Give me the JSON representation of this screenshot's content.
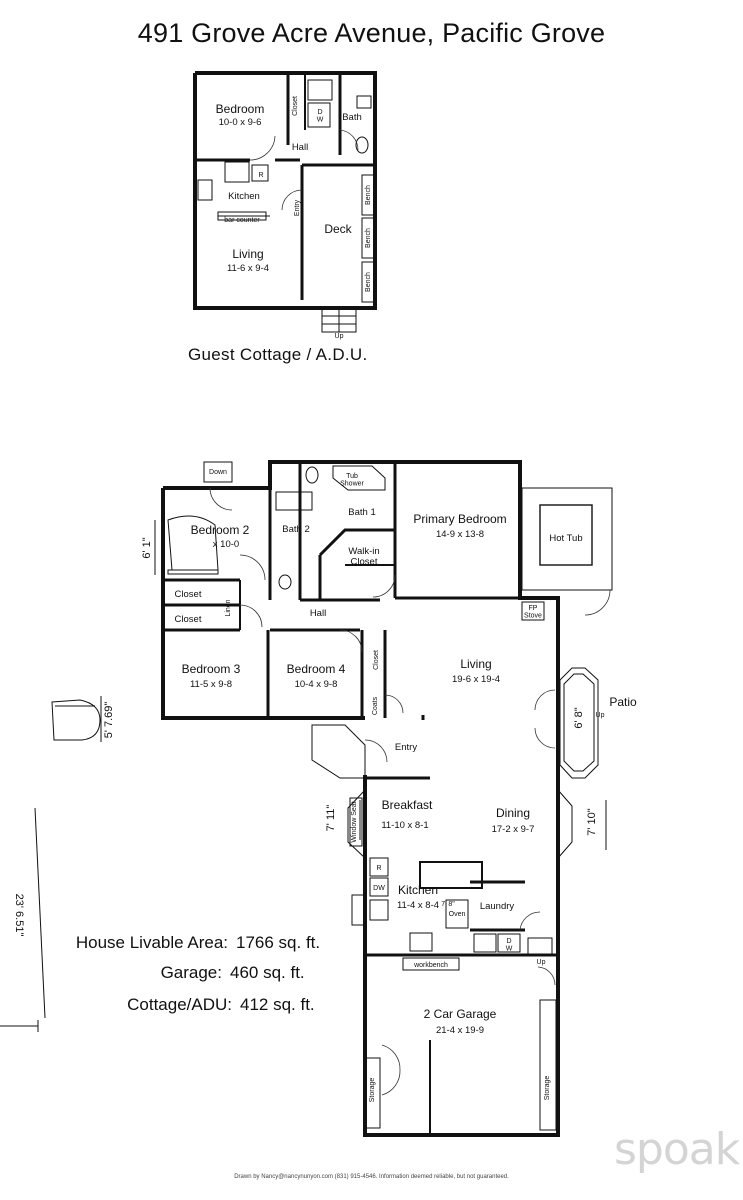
{
  "title": "491 Grove Acre Avenue, Pacific Grove",
  "cottage": {
    "caption": "Guest Cottage / A.D.U.",
    "rooms": {
      "bedroom": {
        "name": "Bedroom",
        "size": "10-0 x 9-6"
      },
      "closet": "Closet",
      "dw": "D\nW",
      "bath": "Bath",
      "hall": "Hall",
      "kitchen": "Kitchen",
      "r": "R",
      "bar_counter": "bar counter",
      "entry": "Entry",
      "deck": "Deck",
      "bench": "Bench",
      "living": {
        "name": "Living",
        "size": "11-6 x 9-4"
      },
      "up": "Up"
    }
  },
  "house": {
    "down": "Down",
    "bedroom2": {
      "name": "Bedroom 2",
      "size": "x 10-0"
    },
    "bath2": "Bath 2",
    "tub": "Tub\nShower",
    "bath1": "Bath 1",
    "primary": {
      "name": "Primary Bedroom",
      "size": "14-9 x 13-8"
    },
    "hot_tub": "Hot Tub",
    "walkin": "Walk-in\nCloset",
    "closet": "Closet",
    "linen": "Linen",
    "hall": "Hall",
    "fp": "FP\nStove",
    "bedroom3": {
      "name": "Bedroom 3",
      "size": "11-5 x 9-8"
    },
    "bedroom4": {
      "name": "Bedroom 4",
      "size": "10-4 x 9-8"
    },
    "coats": "Coats",
    "living": {
      "name": "Living",
      "size": "19-6 x 19-4"
    },
    "patio": "Patio",
    "patio_up": "Up",
    "entry": "Entry",
    "breakfast": {
      "name": "Breakfast",
      "size": "11-10 x 8-1"
    },
    "window_seat": "Window Seat",
    "dining": {
      "name": "Dining",
      "size": "17-2 x 9-7"
    },
    "kitchen": {
      "name": "Kitchen",
      "size": "11-4 x 8-4"
    },
    "r": "R",
    "dw": "DW",
    "oven": "Oven",
    "laundry": "Laundry",
    "dw2": "D\nW",
    "workbench": "workbench",
    "garage_up": "Up",
    "garage": {
      "name": "2 Car Garage",
      "size": "21-4 x 19-9"
    },
    "storage": "Storage"
  },
  "measurements": {
    "m1": "6' 1\"",
    "m2": "5' 7.69\"",
    "m3": "6' 8\"",
    "m4": "7' 11\"",
    "m5": "7' 10\"",
    "m6": "7' 8\"",
    "m7": "23' 6.51\""
  },
  "areas": [
    {
      "label": "House Livable Area:",
      "value": "1766 sq. ft."
    },
    {
      "label": "Garage:",
      "value": "460 sq. ft."
    },
    {
      "label": "Cottage/ADU:",
      "value": "412 sq. ft."
    }
  ],
  "footer": "Drawn by Nancy@nancynunyon.com (831) 915-4546. Information deemed reliable, but not guaranteed.",
  "watermark": "spoak."
}
